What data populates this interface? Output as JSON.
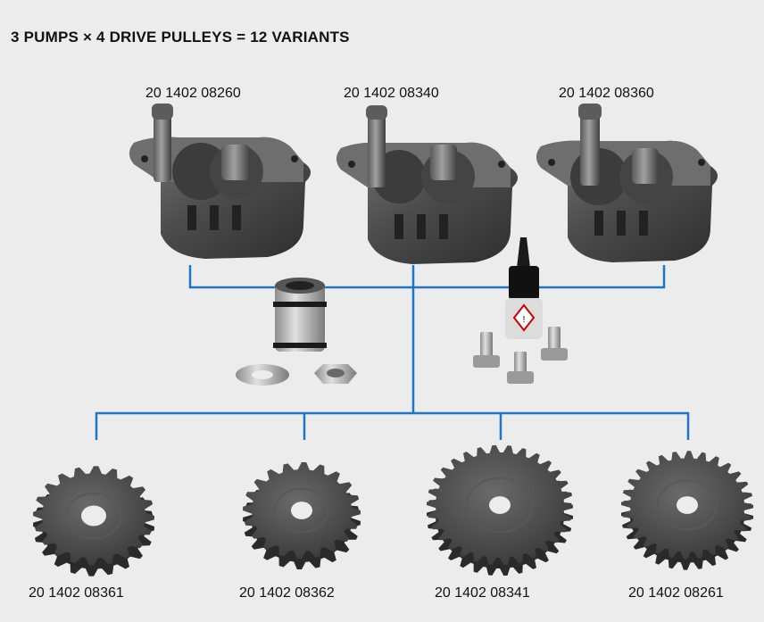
{
  "title": "3 PUMPS × 4 DRIVE PULLEYS = 12 VARIANTS",
  "pumps": [
    {
      "part_number": "20 1402 08260"
    },
    {
      "part_number": "20 1402 08340"
    },
    {
      "part_number": "20 1402 08360"
    }
  ],
  "pulleys": [
    {
      "part_number": "20 1402 08361"
    },
    {
      "part_number": "20 1402 08362"
    },
    {
      "part_number": "20 1402 08341"
    },
    {
      "part_number": "20 1402 08261"
    }
  ],
  "colors": {
    "panel": "#ececec",
    "connector": "#1f77c4",
    "metal_dark": "#4a4a4a",
    "metal_light": "#8a8a8a"
  }
}
